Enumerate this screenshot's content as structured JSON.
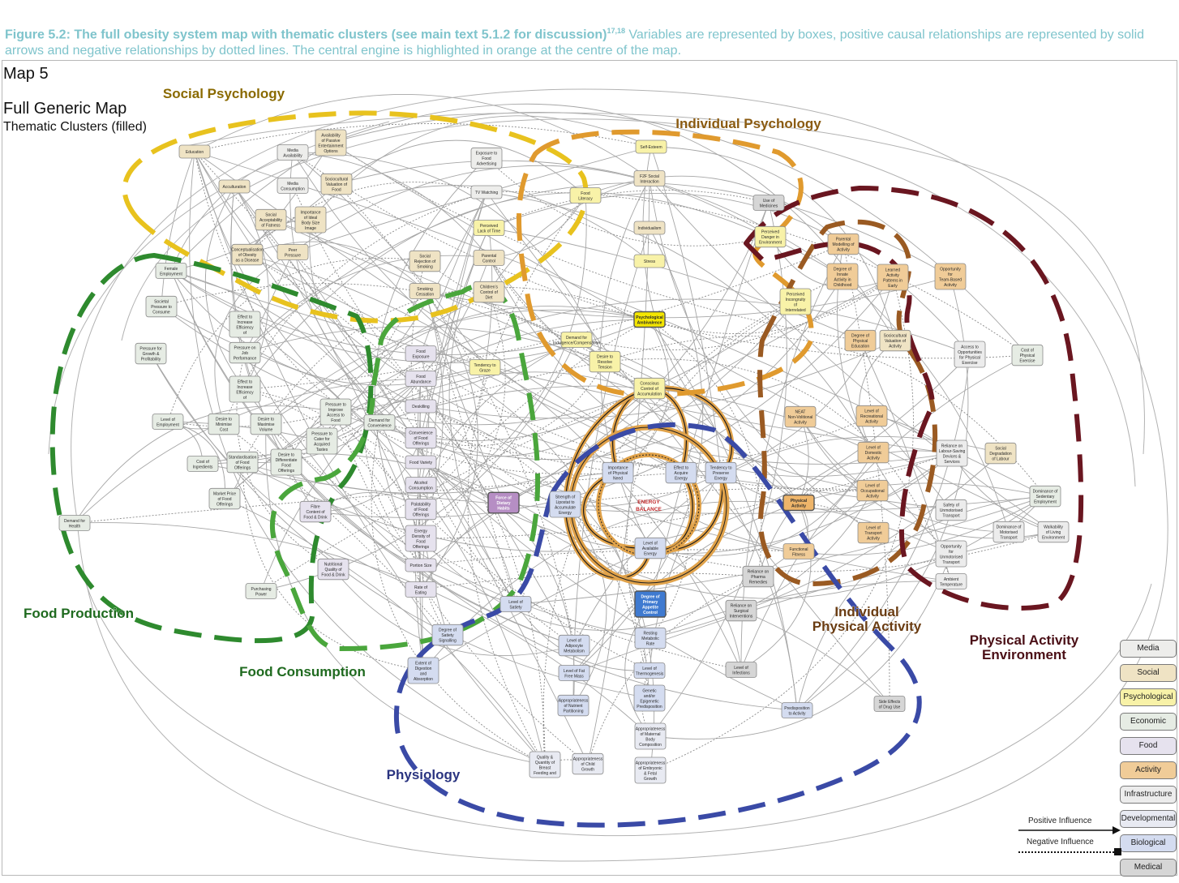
{
  "caption": {
    "lead": "Figure 5.2: The full obesity system map with thematic clusters (see main text 5.1.2 for discussion)",
    "refs": "17,18",
    "text": " Variables are represented by boxes, positive causal relationships are represented by solid arrows and negative relationships by dotted lines. The central engine is highlighted in orange at the centre of the map."
  },
  "map": {
    "label": "Map 5",
    "subtitle": "Full Generic Map",
    "subtitle2": "Thematic Clusters (filled)",
    "center_label": [
      "ENERGY",
      "BALANCE"
    ]
  },
  "clusters": [
    {
      "name": "Social Psychology",
      "color": "#e8c21e"
    },
    {
      "name": "Individual Psychology",
      "color": "#e09a2e"
    },
    {
      "name": "Food Production",
      "color": "#2e8a2e"
    },
    {
      "name": "Food Consumption",
      "color": "#4aa63c"
    },
    {
      "name": "Individual Physical Activity",
      "color": "#9a5a22"
    },
    {
      "name": "Physical Activity Environment",
      "color": "#6a1620"
    },
    {
      "name": "Physiology",
      "color": "#3a4aa6"
    }
  ],
  "nodes": [
    {
      "label": "Education",
      "cat": "social"
    },
    {
      "label": "Media Availability",
      "cat": "media"
    },
    {
      "label": "Availability of Passive Entertainment Options",
      "cat": "social"
    },
    {
      "label": "Acculturation",
      "cat": "social"
    },
    {
      "label": "Media Consumption",
      "cat": "media"
    },
    {
      "label": "Sociocultural Valuation of Food",
      "cat": "social"
    },
    {
      "label": "Social Acceptability of Fatness",
      "cat": "social"
    },
    {
      "label": "Importance of Ideal Body Size Image",
      "cat": "social"
    },
    {
      "label": "Conceptualisation of Obesity as a Disease",
      "cat": "social"
    },
    {
      "label": "Peer Pressure",
      "cat": "social"
    },
    {
      "label": "Exposure to Food Advertising",
      "cat": "media"
    },
    {
      "label": "TV Watching",
      "cat": "media"
    },
    {
      "label": "Perceived Lack of Time",
      "cat": "psych"
    },
    {
      "label": "Social Rejection of Smoking",
      "cat": "social"
    },
    {
      "label": "Parental Control",
      "cat": "social"
    },
    {
      "label": "Smoking Cessation",
      "cat": "social"
    },
    {
      "label": "Children's Control of Diet",
      "cat": "social"
    },
    {
      "label": "Self-Esteem",
      "cat": "psych"
    },
    {
      "label": "F2F Social Interaction",
      "cat": "social"
    },
    {
      "label": "Food Literacy",
      "cat": "psych"
    },
    {
      "label": "Use of Medicines",
      "cat": "medical"
    },
    {
      "label": "Individualism",
      "cat": "social"
    },
    {
      "label": "Perceived Danger in Environment",
      "cat": "psych"
    },
    {
      "label": "Stress",
      "cat": "psych"
    },
    {
      "label": "Psychological Ambivalence",
      "cat": "psychyellow"
    },
    {
      "label": "Demand for Indulgence/Compensation",
      "cat": "psych"
    },
    {
      "label": "Desire to Resolve Tension",
      "cat": "psych"
    },
    {
      "label": "Conscious Control of Accumulation",
      "cat": "psych"
    },
    {
      "label": "Perceived Incongruity of Interrelated Messages",
      "cat": "psych"
    },
    {
      "label": "Parental Modelling of Activity",
      "cat": "activity"
    },
    {
      "label": "Degree of Innate Activity in Childhood",
      "cat": "activity"
    },
    {
      "label": "Learned Activity Patterns in Early Childhood",
      "cat": "activity"
    },
    {
      "label": "Opportunity for Team-Based Activity",
      "cat": "activity"
    },
    {
      "label": "Degree of Physical Education",
      "cat": "activity"
    },
    {
      "label": "Sociocultural Valuation of Activity",
      "cat": "social"
    },
    {
      "label": "Access to Opportunities for Physical Exercise",
      "cat": "infra"
    },
    {
      "label": "Cost of Physical Exercise",
      "cat": "economic"
    },
    {
      "label": "Female Employment",
      "cat": "economic"
    },
    {
      "label": "Societal Pressure to Consume",
      "cat": "economic"
    },
    {
      "label": "Effect to Increase Efficiency of Consumption",
      "cat": "economic"
    },
    {
      "label": "Pressure for Growth & Profitability",
      "cat": "economic"
    },
    {
      "label": "Pressure on Job Performance",
      "cat": "economic"
    },
    {
      "label": "Effect to Increase Efficiency of Production",
      "cat": "economic"
    },
    {
      "label": "Food Exposure",
      "cat": "food"
    },
    {
      "label": "Food Abundance",
      "cat": "food"
    },
    {
      "label": "Tendency to Graze",
      "cat": "psych"
    },
    {
      "label": "Deskilling",
      "cat": "food"
    },
    {
      "label": "Level of Employment",
      "cat": "economic"
    },
    {
      "label": "Desire to Minimise Cost",
      "cat": "economic"
    },
    {
      "label": "Desire to Maximise Volume",
      "cat": "economic"
    },
    {
      "label": "Pressure to Improve Access to Food Offerings",
      "cat": "economic"
    },
    {
      "label": "Demand for Convenience",
      "cat": "economic"
    },
    {
      "label": "Convenience of Food Offerings",
      "cat": "food"
    },
    {
      "label": "Pressure to Cater for Acquired Tastes",
      "cat": "economic"
    },
    {
      "label": "Cost of Ingredients",
      "cat": "economic"
    },
    {
      "label": "Standardisation of Food Offerings",
      "cat": "economic"
    },
    {
      "label": "Desire to Differentiate Food Offerings",
      "cat": "economic"
    },
    {
      "label": "Food Variety",
      "cat": "food"
    },
    {
      "label": "Alcohol Consumption",
      "cat": "food"
    },
    {
      "label": "Market Price of Food Offerings",
      "cat": "economic"
    },
    {
      "label": "Fibre Content of Food & Drink",
      "cat": "food"
    },
    {
      "label": "Palatability of Food Offerings",
      "cat": "food"
    },
    {
      "label": "Force of Dietary Habits",
      "cat": "foodpurple"
    },
    {
      "label": "Demand for Health",
      "cat": "economic"
    },
    {
      "label": "Energy Density of Food Offerings",
      "cat": "food"
    },
    {
      "label": "Nutritional Quality of Food & Drink",
      "cat": "food"
    },
    {
      "label": "Portion Size",
      "cat": "food"
    },
    {
      "label": "Purchasing Power",
      "cat": "economic"
    },
    {
      "label": "Rate of Eating",
      "cat": "food"
    },
    {
      "label": "Strength of Lipostat to Accumulate Energy",
      "cat": "bio"
    },
    {
      "label": "Importance of Physical Need",
      "cat": "bio"
    },
    {
      "label": "Effect to Acquire Energy",
      "cat": "bio"
    },
    {
      "label": "Tendency to Preserve Energy",
      "cat": "bio"
    },
    {
      "label": "Level of Available Energy",
      "cat": "bio"
    },
    {
      "label": "NEAT Non-Volitional Activity",
      "cat": "activity"
    },
    {
      "label": "Level of Recreational Activity",
      "cat": "activity"
    },
    {
      "label": "Reliance on Labour-Saving Devices & Services",
      "cat": "infra"
    },
    {
      "label": "Social Degradation of Labour",
      "cat": "social"
    },
    {
      "label": "Level of Domestic Activity",
      "cat": "activity"
    },
    {
      "label": "Physical Activity",
      "cat": "activitystrong"
    },
    {
      "label": "Level of Occupational Activity",
      "cat": "activity"
    },
    {
      "label": "Dominance of Sedentary Employment",
      "cat": "economic"
    },
    {
      "label": "Safety of Unmotorised Transport",
      "cat": "infra"
    },
    {
      "label": "Level of Transport Activity",
      "cat": "activity"
    },
    {
      "label": "Dominance of Motorised Transport",
      "cat": "infra"
    },
    {
      "label": "Walkability of Living Environment",
      "cat": "infra"
    },
    {
      "label": "Opportunity for Unmotorised Transport",
      "cat": "infra"
    },
    {
      "label": "Functional Fitness",
      "cat": "activity"
    },
    {
      "label": "Ambient Temperature",
      "cat": "infra"
    },
    {
      "label": "Reliance on Pharma Remedies",
      "cat": "medical"
    },
    {
      "label": "Reliance on Surgical Interventions",
      "cat": "medical"
    },
    {
      "label": "Level of Satiety",
      "cat": "bio"
    },
    {
      "label": "Degree of Primary Appetite Control",
      "cat": "biostrong"
    },
    {
      "label": "Degree of Satiety Signalling",
      "cat": "bio"
    },
    {
      "label": "Resting Metabolic Rate",
      "cat": "bio"
    },
    {
      "label": "Level of Adipocyte Metabolism",
      "cat": "bio"
    },
    {
      "label": "Level of Thermogenesis",
      "cat": "bio"
    },
    {
      "label": "Extent of Digestion and Absorption",
      "cat": "bio"
    },
    {
      "label": "Level of Fat Free Mass",
      "cat": "bio"
    },
    {
      "label": "Genetic and/or Epigenetic Predisposition to Obesity",
      "cat": "bio"
    },
    {
      "label": "Level of Infections",
      "cat": "medical"
    },
    {
      "label": "Appropriateness of Nutrient Partitioning",
      "cat": "bio"
    },
    {
      "label": "Predisposition to Activity",
      "cat": "bio"
    },
    {
      "label": "Side Effects of Drug Use",
      "cat": "medical"
    },
    {
      "label": "Appropriateness of Maternal Body Composition",
      "cat": "dev"
    },
    {
      "label": "Quality & Quantity of Breast Feeding and Weaning",
      "cat": "dev"
    },
    {
      "label": "Appropriateness of Child Growth",
      "cat": "dev"
    },
    {
      "label": "Appropriateness of Embryonic & Fetal Growth",
      "cat": "dev"
    }
  ],
  "legend": [
    {
      "label": "Media",
      "fill": "#ededeb"
    },
    {
      "label": "Social",
      "fill": "#efe3c4"
    },
    {
      "label": "Psychological",
      "fill": "#f8f2a8"
    },
    {
      "label": "Economic",
      "fill": "#e6ece4"
    },
    {
      "label": "Food",
      "fill": "#e6e2ee"
    },
    {
      "label": "Activity",
      "fill": "#f0cc98"
    },
    {
      "label": "Infrastructure",
      "fill": "#ececec"
    },
    {
      "label": "Developmental",
      "fill": "#e8eaf2"
    },
    {
      "label": "Biological",
      "fill": "#d4dcf0"
    },
    {
      "label": "Medical",
      "fill": "#d6d6d6"
    }
  ],
  "influence": {
    "positive": "Positive Influence",
    "negative": "Negative Influence"
  }
}
